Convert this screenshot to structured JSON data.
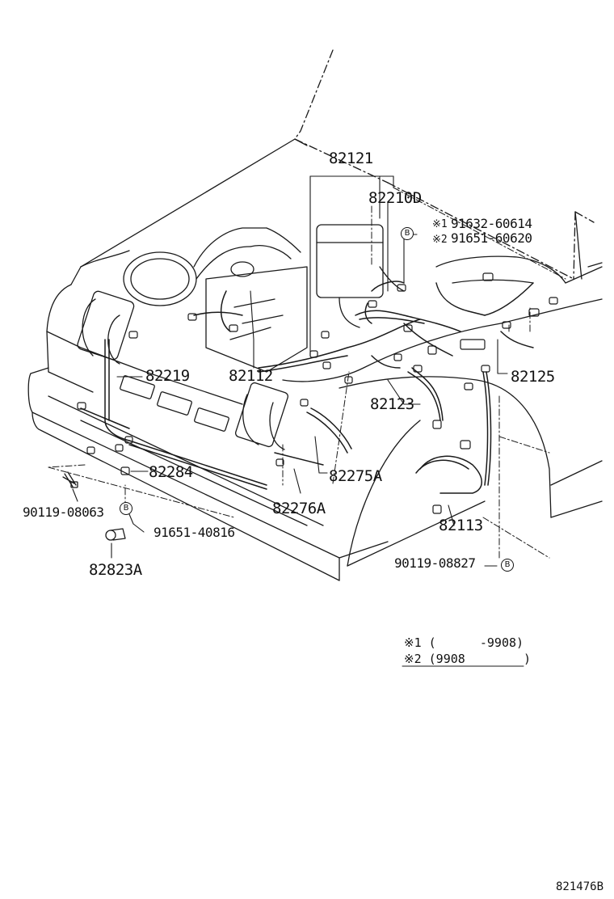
{
  "labels": {
    "p82121": "82121",
    "p82210D": "82210D",
    "p91632": "91632-60614",
    "p91651_60620": "91651-60620",
    "p82219": "82219",
    "p82112": "82112",
    "p82125": "82125",
    "p82123": "82123",
    "p82284": "82284",
    "p82275A": "82275A",
    "p90119_08063": "90119-08063",
    "p82276A": "82276A",
    "p82113": "82113",
    "p91651_40816": "91651-40816",
    "p82823A": "82823A",
    "p90119_08827": "90119-08827",
    "diagram_id": "821476B"
  },
  "marks": {
    "note1": "※1",
    "note2": "※2",
    "b": "B"
  },
  "legend": {
    "row1": "※1 (      -9908)",
    "row2": "※2 (9908        )"
  }
}
